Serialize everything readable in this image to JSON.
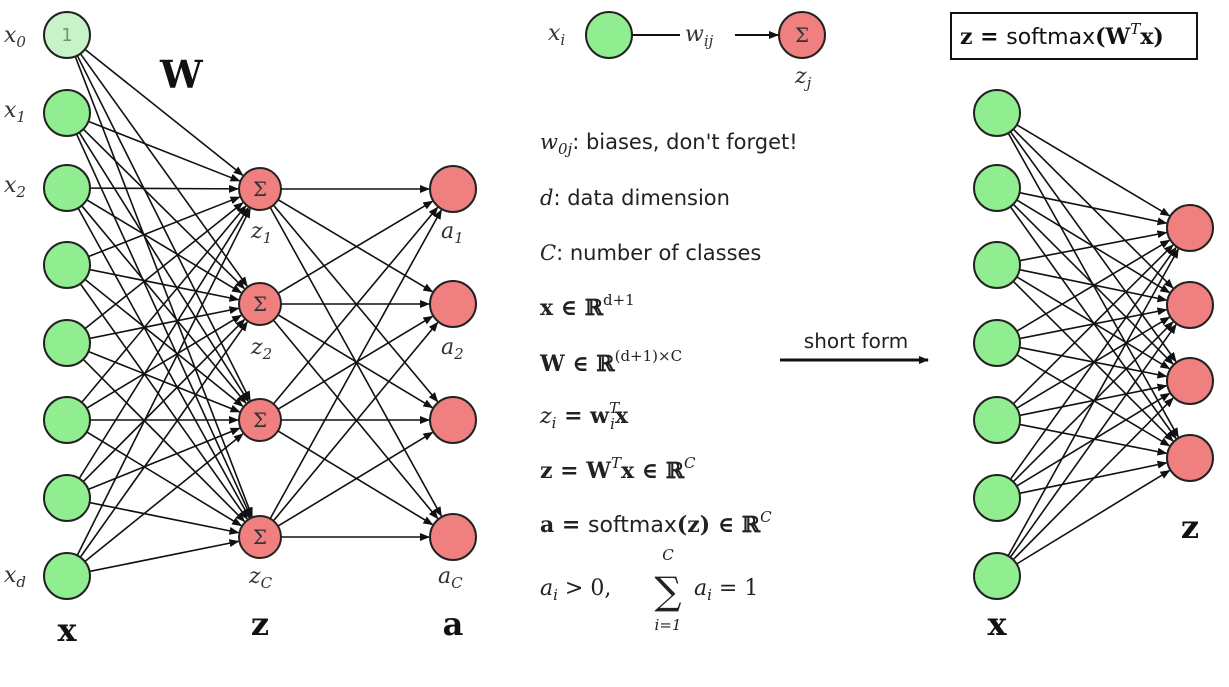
{
  "colors": {
    "input_node": "#90ee90",
    "bias_node": "#c8f2c8",
    "output_node": "#f08080",
    "stroke": "#222222"
  },
  "left_net": {
    "input_labels": [
      "x",
      "0",
      "x",
      "1",
      "x",
      "2",
      "x",
      "d"
    ],
    "bias_text": "1",
    "weight_label": "W",
    "sigma": "Σ",
    "z_labels": [
      "z",
      "1",
      "z",
      "2",
      "z",
      "C"
    ],
    "a_labels": [
      "a",
      "1",
      "a",
      "2",
      "a",
      "C"
    ],
    "bottom_labels": {
      "x": "x",
      "z": "z",
      "a": "a"
    }
  },
  "legend": {
    "xi": "x",
    "xi_sub": "i",
    "wij": "w",
    "wij_sub": "ij",
    "sigma": "Σ",
    "zj": "z",
    "zj_sub": "j"
  },
  "notes": {
    "bias_sym": "w",
    "bias_sub": "0j",
    "bias_text": ": biases, don't forget!",
    "d_sym": "d",
    "d_text": ": data dimension",
    "c_sym": "C",
    "c_text": ": number of classes",
    "eq1_lhs": "x ∈ ℝ",
    "eq1_sup": "d+1",
    "eq2_lhs": "W ∈ ℝ",
    "eq2_sup": "(d+1)×C",
    "eq3_lhs": "z",
    "eq3_sub": "i",
    "eq3_mid": " = w",
    "eq3_sup": "T",
    "eq3_sub2": "i",
    "eq3_rhs": "x",
    "eq4_lhs": "z = W",
    "eq4_sup": "T",
    "eq4_mid": "x ∈ ℝ",
    "eq4_sup2": "C",
    "eq5_a": "a = ",
    "eq5_fn": "softmax",
    "eq5_b": "(z) ∈ ℝ",
    "eq5_sup": "C",
    "eq6_a": "a",
    "eq6_sub": "i",
    "eq6_b": " > 0,",
    "eq6_sum": "∑",
    "eq6_top": "C",
    "eq6_bot": "i=1",
    "eq6_c": "a",
    "eq6_csub": "i",
    "eq6_d": " = 1"
  },
  "arrow_label": "short form",
  "right_net": {
    "formula_a": "z = ",
    "formula_fn": "softmax",
    "formula_b": "(W",
    "formula_sup": "T",
    "formula_c": "x)",
    "x_label": "x",
    "z_label": "z"
  }
}
